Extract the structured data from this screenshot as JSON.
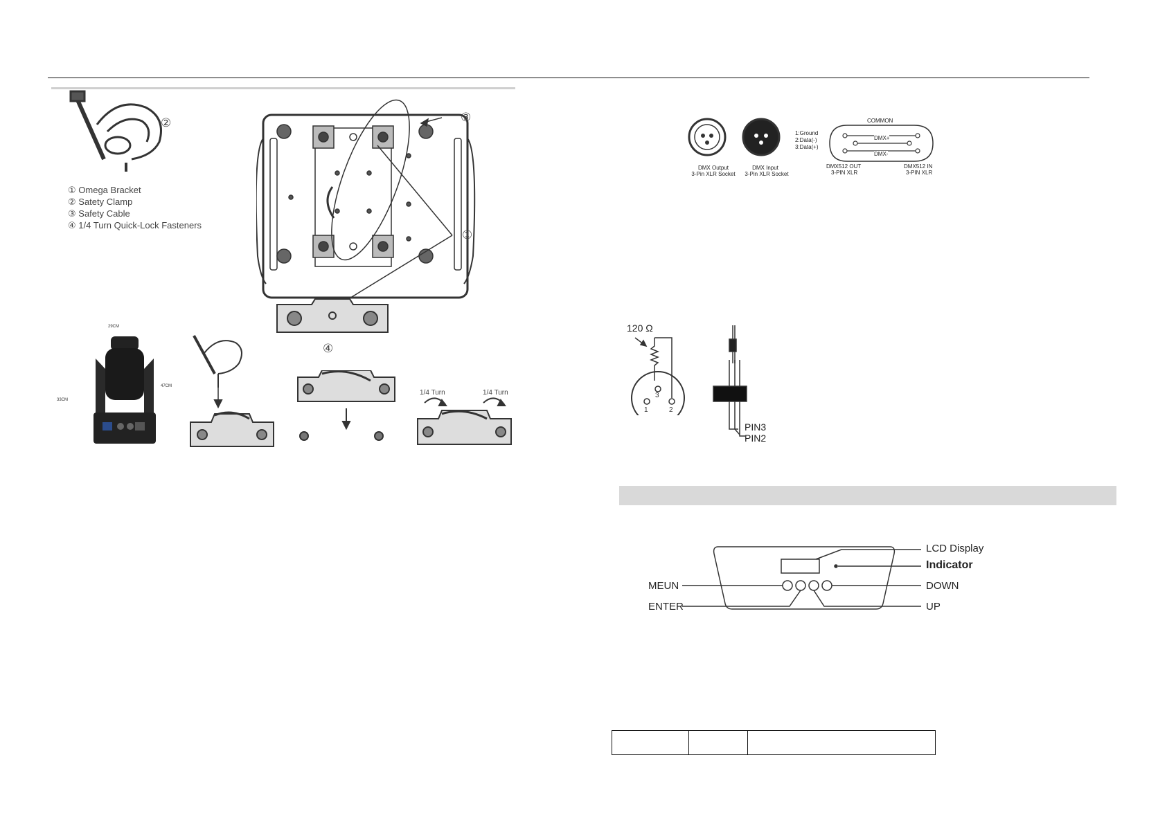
{
  "legend": {
    "items": [
      {
        "num": "①",
        "text": "Omega Bracket"
      },
      {
        "num": "②",
        "text": "Satety Clamp"
      },
      {
        "num": "③",
        "text": "Safety Cable"
      },
      {
        "num": "④",
        "text": "1/4 Turn Quick-Lock Fasteners"
      }
    ]
  },
  "callouts": {
    "one": "①",
    "two": "②",
    "three": "③",
    "four": "④"
  },
  "dimensions": {
    "top": "29CM",
    "left": "33CM",
    "right": "47CM"
  },
  "turn_labels": {
    "left": "1/4 Turn",
    "right": "1/4 Turn"
  },
  "dmx": {
    "output_title": "DMX Output",
    "output_sub": "3-Pin XLR Socket",
    "input_title": "DMX Input",
    "input_sub": "3-Pin XLR Socket",
    "pin_legend": [
      "1:Ground",
      "2:Data(-)",
      "3:Data(+)"
    ],
    "common": "COMMON",
    "dmx_plus": "DMX+",
    "dmx_minus": "DMX-",
    "out_title": "DMX512 OUT",
    "out_sub": "3-PIN XLR",
    "in_title": "DMX512 IN",
    "in_sub": "3-PIN XLR"
  },
  "terminator": {
    "resistor": "120 Ω",
    "pin3": "PIN3",
    "pin2": "PIN2"
  },
  "panel": {
    "lcd": "LCD Display",
    "indicator": "Indicator",
    "menu": "MEUN",
    "enter": "ENTER",
    "down": "DOWN",
    "up": "UP"
  },
  "table": {
    "rows": [
      [
        "",
        "",
        ""
      ]
    ]
  }
}
